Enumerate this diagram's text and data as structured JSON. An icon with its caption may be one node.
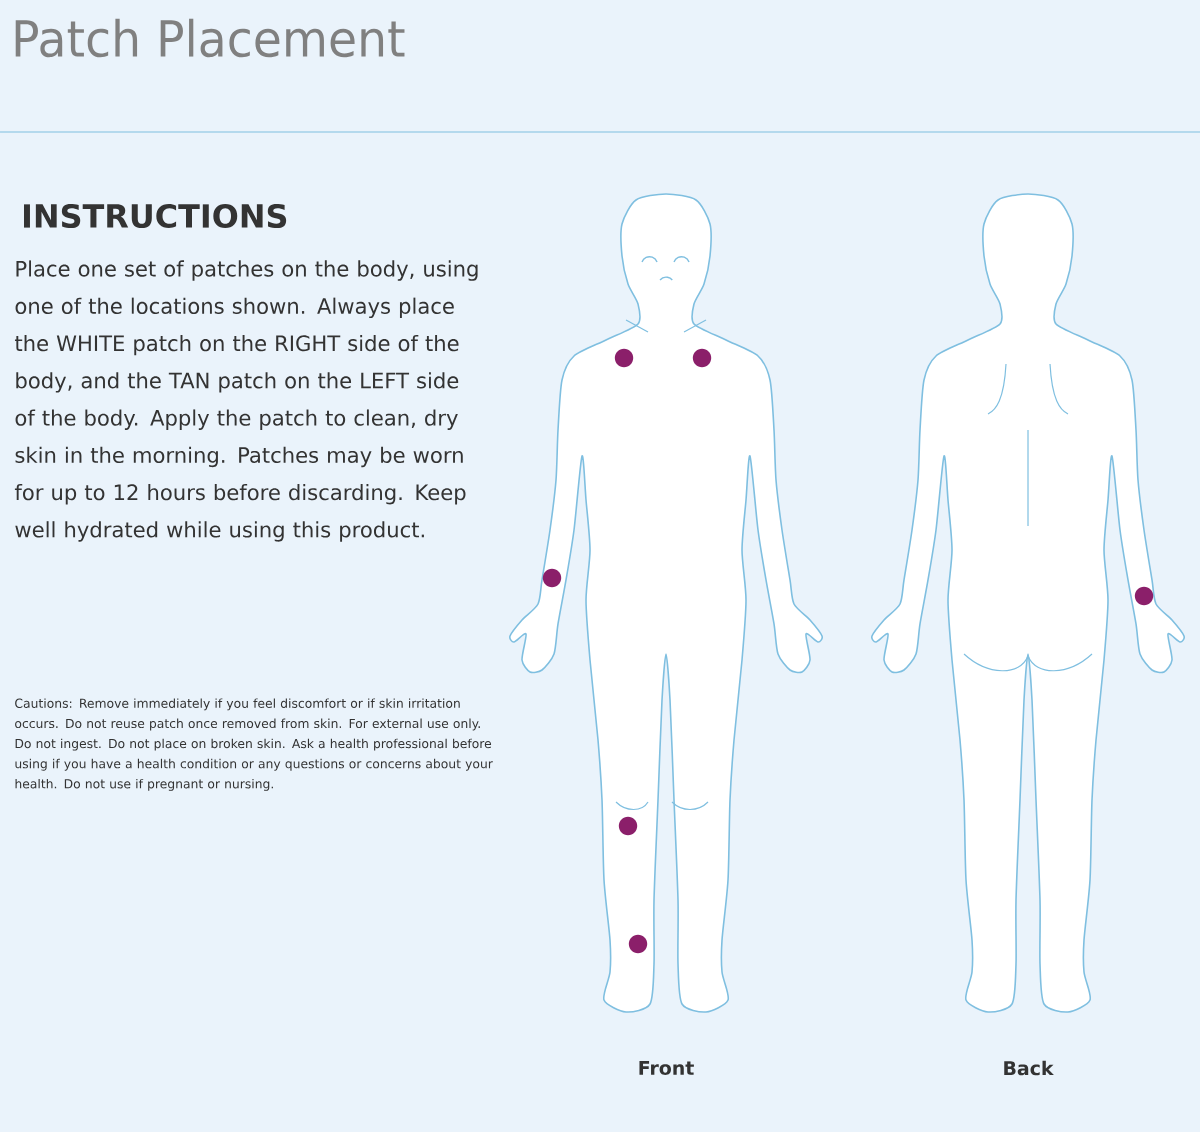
{
  "diagram": {
    "title": "Patch Placement",
    "labels": [
      "INSTRUCTIONS",
      "Place one set of patches on the body, using one of the locations shown. Always place the WHITE patch on the RIGHT side of the body, and the TAN patch on the LEFT side of the body. Apply the patch to clean, dry skin in the morning. Patches may be worn for up to 12 hours before discarding. Keep well hydrated while using this product.",
      "Cautions: Remove immediately if you feel discomfort or if skin irritation occurs. Do not reuse patch once removed from skin. For external use only. Do not ingest. Do not place on broken skin. Ask a health professional before using if you have a health condition or any questions or concerns about your health. Do not use if pregnant or nursing.",
      "Front",
      "Back"
    ]
  }
}
